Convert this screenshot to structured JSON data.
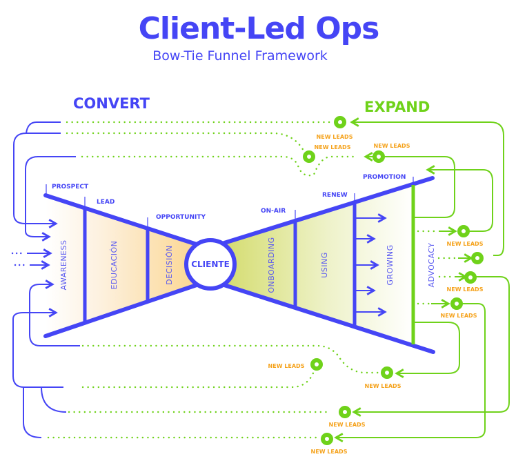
{
  "header": {
    "title": "Client-Led Ops",
    "subtitle": "Bow-Tie Funnel Framework"
  },
  "sections": {
    "convert": "CONVERT",
    "expand": "EXPAND"
  },
  "stages": {
    "prospect": "PROSPECT",
    "lead": "LEAD",
    "opportunity": "OPPORTUNITY",
    "on_air": "ON-AIR",
    "renew": "RENEW",
    "promotion": "PROMOTION"
  },
  "phases": {
    "awareness": "AWARENESS",
    "education": "EDUCACIÓN",
    "decision": "DECISIÓN",
    "onboarding": "ONBOARDING",
    "using": "USING",
    "growing": "GROWING",
    "advocacy": "ADVOCACY"
  },
  "center": {
    "label": "CLIENTE"
  },
  "new_leads": [
    "NEW LEADS",
    "NEW LEADS",
    "NEW LEADS",
    "NEW LEADS",
    "NEW LEADS",
    "NEW LEADS",
    "NEW LEADS",
    "NEW LEADS",
    "NEW LEADS",
    "NEW LEADS"
  ],
  "colors": {
    "primary_blue": "#4545f5",
    "expand_green": "#6fd21a",
    "new_leads_orange": "#f5a21b",
    "convert_fill_start": "#fff8ee",
    "convert_fill_end": "#fbd99a",
    "expand_fill_start": "#d7df7a",
    "expand_fill_end": "#fbfbf3"
  }
}
